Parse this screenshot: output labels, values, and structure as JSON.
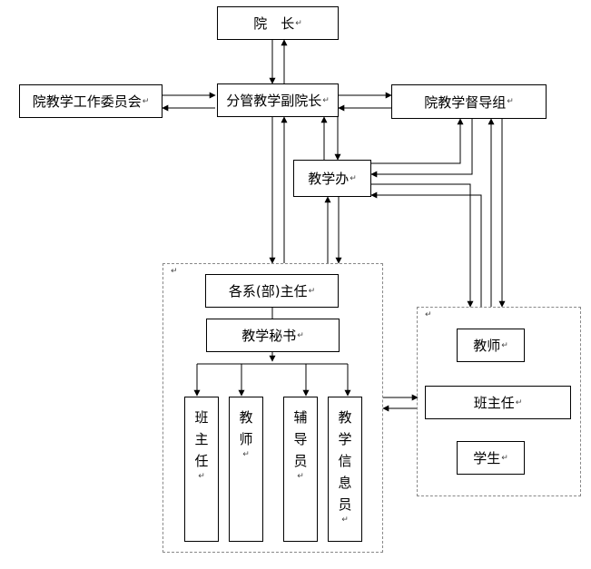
{
  "dean": {
    "label": "院　长",
    "mark": "↵"
  },
  "committee": {
    "label": "院教学工作委员会",
    "mark": "↵"
  },
  "vice_dean": {
    "label": "分管教学副院长",
    "mark": "↵"
  },
  "supervision": {
    "label": "院教学督导组",
    "mark": "↵"
  },
  "office": {
    "label": "教学办",
    "mark": "↵"
  },
  "department": {
    "corner_mark": "↵",
    "head": {
      "label": "各系(部)主任",
      "mark": "↵"
    },
    "secretary": {
      "label": "教学秘书",
      "mark": "↵"
    },
    "members": [
      {
        "chars": [
          "班",
          "主",
          "任"
        ],
        "mark": "↵"
      },
      {
        "chars": [
          "教",
          "师"
        ],
        "mark": "↵"
      },
      {
        "chars": [
          "辅",
          "导",
          "员"
        ],
        "mark": "↵"
      },
      {
        "chars": [
          "教",
          "学",
          "信",
          "息",
          "员"
        ],
        "mark": "↵"
      }
    ]
  },
  "feedback_group": {
    "corner_mark": "↵",
    "teacher": {
      "label": "教师",
      "mark": "↵"
    },
    "class_head": {
      "label": "班主任",
      "mark": "↵"
    },
    "student": {
      "label": "学生",
      "mark": "↵"
    }
  }
}
